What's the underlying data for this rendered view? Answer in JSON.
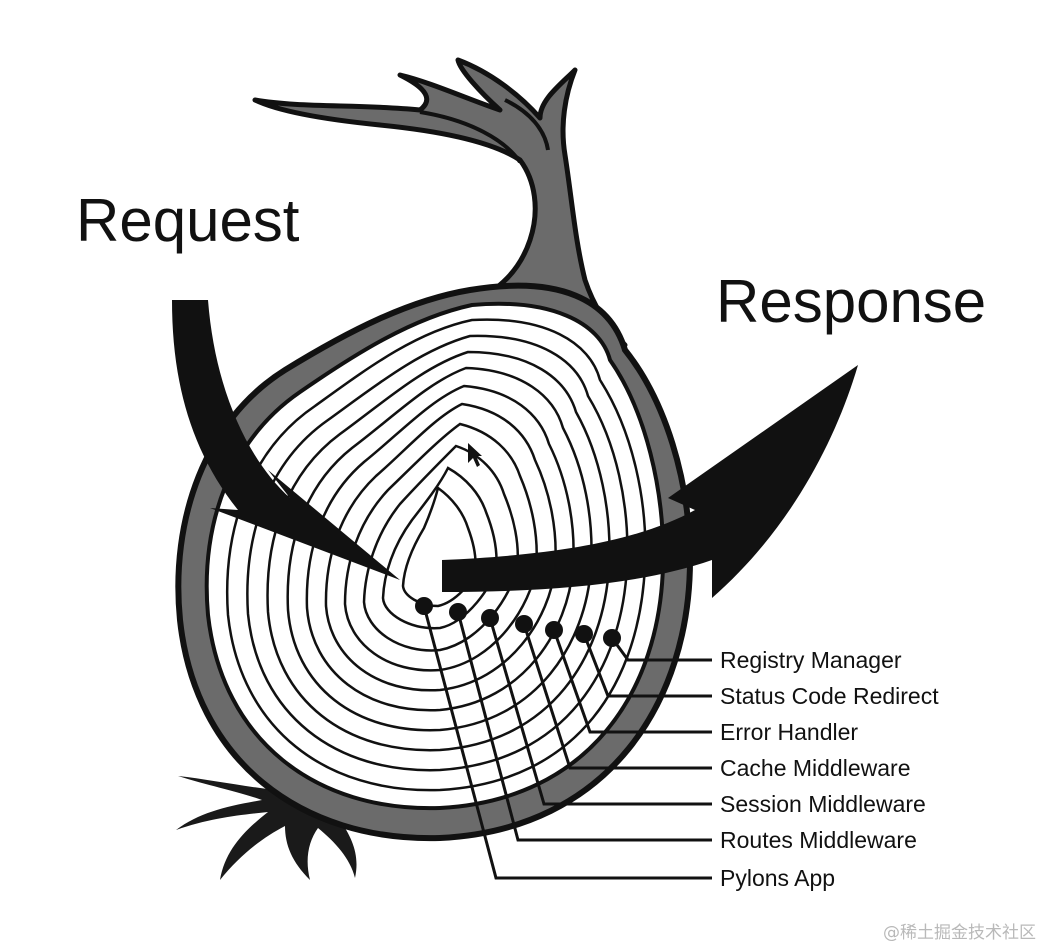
{
  "diagram": {
    "request_label": "Request",
    "response_label": "Response",
    "layers": [
      "Registry Manager",
      "Status Code Redirect",
      "Error Handler",
      "Cache Middleware",
      "Session Middleware",
      "Routes Middleware",
      "Pylons App"
    ],
    "colors": {
      "ink": "#111111",
      "onion_shade": "#6b6b6b",
      "background": "#ffffff"
    },
    "watermark": "@稀土掘金技术社区"
  }
}
